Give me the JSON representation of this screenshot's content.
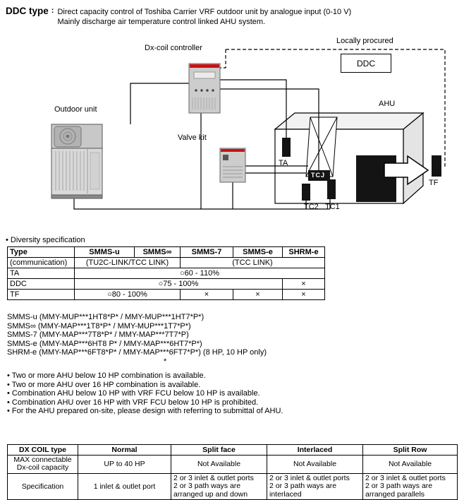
{
  "header": {
    "title": "DDC type",
    "sep": ":",
    "line1": "Direct capacity control of Toshiba Carrier VRF outdoor unit by analogue input (0-10 V)",
    "line2": "Mainly discharge air temperature control linked AHU system."
  },
  "diagram": {
    "locally_procured": "Locally procured",
    "ddc": "DDC",
    "dx_coil_controller": "Dx-coil controller",
    "outdoor_unit": "Outdoor unit",
    "valve_kit": "Valve kit",
    "ahu": "AHU",
    "ta": "TA",
    "tcj": "TCJ",
    "tc2": "TC2",
    "tc1": "TC1",
    "tf": "TF"
  },
  "diversity": {
    "heading": "• Diversity specification",
    "col_headers": [
      "Type",
      "SMMS-u",
      "SMMS∞",
      "SMMS-7",
      "SMMS-e",
      "SHRM-e"
    ],
    "row2": {
      "label": "(communication)",
      "link_a": "(TU2C-LINK/TCC LINK)",
      "link_b": "(TCC LINK)"
    },
    "ta": {
      "label": "TA",
      "value": "○60 - 110%"
    },
    "ddc": {
      "label": "DDC",
      "value": "○75 - 100%",
      "x1": "×"
    },
    "tf": {
      "label": "TF",
      "value": "○80 - 100%",
      "x1": "×",
      "x2": "×",
      "x3": "×"
    }
  },
  "models": [
    "SMMS-u (MMY-MUP***1HT8*P* / MMY-MUP***1HT7*P*)",
    "SMMS∞ (MMY-MAP***1T8*P* / MMY-MUP***1T7*P*)",
    "SMMS-7 (MMY-MAP***7T8*P* / MMY-MAP***7T7*P)",
    "SMMS-e (MMY-MAP***6HT8 P* / MMY-MAP***6HT7*P*)",
    "SHRM-e (MMY-MAP***6FT8*P* / MMY-MAP***6FT7*P*) (8 HP, 10 HP only)",
    "*"
  ],
  "notes": [
    "• Two or more AHU below 10 HP combination is available.",
    "• Two or more AHU over 16 HP combination is available.",
    "• Combination AHU below 10 HP with VRF FCU below 10 HP is available.",
    "• Combination AHU over 16 HP with VRF FCU below 10 HP is prohibited.",
    "• For the AHU prepared on-site, please design with referring to submittal of AHU."
  ],
  "dx_table": {
    "headers": [
      "DX COIL type",
      "Normal",
      "Split face",
      "Interlaced",
      "Split Row"
    ],
    "row_capacity": {
      "label": "MAX connectable\nDx-coil capacity",
      "cells": [
        "UP to 40 HP",
        "Not Available",
        "Not Available",
        "Not Available"
      ]
    },
    "row_spec": {
      "label": "Specification",
      "cells": [
        "1 inlet & outlet port",
        "2 or 3 inlet & outlet ports\n2 or 3 path ways are\narranged up and down",
        "2 or 3 inlet & outlet ports\n2 or 3 path ways are\ninterlaced",
        "2 or 3 inlet & outlet ports\n2 or 3 path ways are\narranged parallels"
      ]
    }
  }
}
